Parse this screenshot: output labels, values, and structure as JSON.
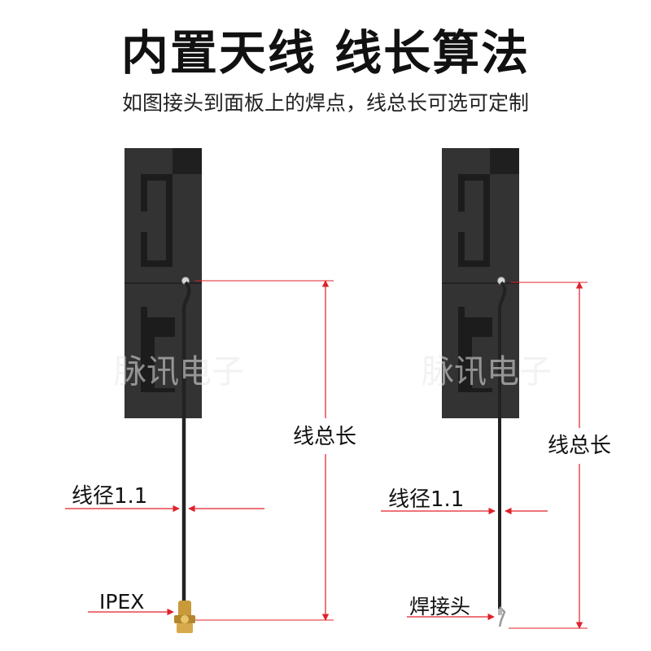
{
  "header": {
    "title": "内置天线 线长算法",
    "subtitle": "如图接头到面板上的焊点，线总长可选可定制"
  },
  "colors": {
    "antenna_body": "#333333",
    "antenna_dark": "#1a1a1a",
    "cable": "#222222",
    "dimension_line": "#e0202a",
    "connector_gold": "#c99a3a"
  },
  "left_antenna": {
    "total_length_label": "线总长",
    "diameter_label": "线径1.1",
    "connector_label": "IPEX",
    "watermark": "脉讯电子"
  },
  "right_antenna": {
    "total_length_label": "线总长",
    "diameter_label": "线径1.1",
    "connector_label": "焊接头",
    "watermark": "脉讯电子"
  }
}
